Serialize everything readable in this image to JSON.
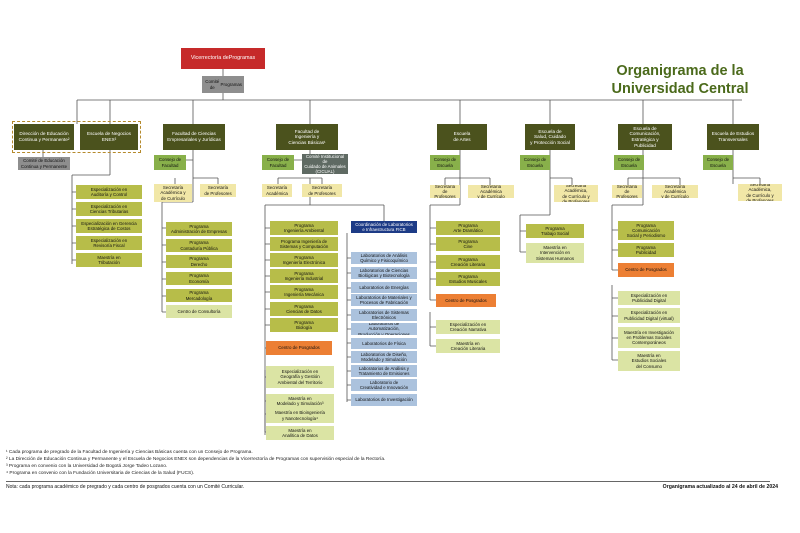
{
  "title": [
    "Organigrama de la",
    "Universidad Central"
  ],
  "top": {
    "label": [
      "Vicerrectoría de",
      "Programas"
    ]
  },
  "comite": {
    "label": [
      "Comité de",
      "Programas"
    ]
  },
  "units": [
    {
      "label": [
        "Dirección de Educación",
        "Continua y Permanente²"
      ]
    },
    {
      "label": [
        "Escuela de Negocios",
        "ENEX²"
      ]
    },
    {
      "label": [
        "Facultad de Ciencias",
        "Empresariales y Jurídicas"
      ]
    },
    {
      "label": [
        "Facultad de",
        "Ingeniería y",
        "Ciencias Básicas¹"
      ]
    },
    {
      "label": [
        "Escuela",
        "de Artes"
      ]
    },
    {
      "label": [
        "Escuela de",
        "Salud, Cuidado",
        "y Protección Social"
      ]
    },
    {
      "label": [
        "Escuela de",
        "Comunicación,",
        "Estratégica y Publicidad"
      ]
    },
    {
      "label": [
        "Escuela de Estudios",
        "Transversales"
      ]
    }
  ],
  "dec_committee": {
    "label": [
      "Comité de Educación",
      "Continua y Permanente"
    ]
  },
  "enex_programs": [
    {
      "label": [
        "Especialización en",
        "Auditoría y Control"
      ]
    },
    {
      "label": [
        "Especialización en",
        "Ciencias Tributarias"
      ]
    },
    {
      "label": [
        "Especialización en Gerencia",
        "Estratégica de Costos"
      ]
    },
    {
      "label": [
        "Especialización en",
        "Revisoría Fiscal"
      ]
    },
    {
      "label": [
        "Maestría en",
        "Tributación"
      ]
    }
  ],
  "fcej": {
    "consejo": {
      "label": [
        "Consejo de",
        "Facultad"
      ]
    },
    "secretaria": {
      "label": [
        "Secretaría",
        "Académica y",
        "de Currículo"
      ]
    },
    "profesores": {
      "label": [
        "Secretaría",
        "de Profesores"
      ]
    },
    "programs": [
      {
        "label": [
          "Programa",
          "Administración de Empresas"
        ]
      },
      {
        "label": [
          "Programa",
          "Contaduría Pública"
        ]
      },
      {
        "label": [
          "Programa",
          "Derecho"
        ]
      },
      {
        "label": [
          "Programa",
          "Economía"
        ]
      },
      {
        "label": [
          "Programa",
          "Mercadología"
        ]
      }
    ],
    "consultoria": {
      "label": [
        "Centro de Consultoría"
      ]
    }
  },
  "fing": {
    "consejo": {
      "label": [
        "Consejo de",
        "Facultad"
      ]
    },
    "comite_inst": {
      "label": [
        "Comité Institucional de",
        "Cuidado de Animales",
        "(CICUAL)"
      ]
    },
    "secretaria": {
      "label": [
        "Secretaría",
        "Académica"
      ]
    },
    "profesores": {
      "label": [
        "Secretaría",
        "de Profesores"
      ]
    },
    "programs": [
      {
        "label": [
          "Programa",
          "Ingeniería Ambiental"
        ]
      },
      {
        "label": [
          "Programa Ingeniería de",
          "Sistemas y Computación"
        ]
      },
      {
        "label": [
          "Programa",
          "Ingeniería Electrónica"
        ]
      },
      {
        "label": [
          "Programa",
          "Ingeniería Industrial"
        ]
      },
      {
        "label": [
          "Programa",
          "Ingeniería Mecánica"
        ]
      },
      {
        "label": [
          "Programa",
          "Ciencias de Datos"
        ]
      },
      {
        "label": [
          "Programa",
          "Biología"
        ]
      }
    ],
    "posgrados": {
      "label": [
        "Centro de Posgrados"
      ]
    },
    "posgrado_programs": [
      {
        "label": [
          "Especialización en",
          "Geografía y Gestión",
          "Ambiental del Territorio"
        ]
      },
      {
        "label": [
          "Maestría en",
          "Modelado y Simulación³"
        ]
      },
      {
        "label": [
          "Maestría en Bioingeniería",
          "y Nanotecnología⁴"
        ]
      },
      {
        "label": [
          "Maestría en",
          "Analítica de Datos"
        ]
      }
    ],
    "coordinacion": {
      "label": [
        "Coordinación de Laboratorios",
        "e Infraestructura FICB"
      ]
    },
    "labs": [
      {
        "label": [
          "Laboratorios de Análisis",
          "Químico y Fisicoquímico"
        ]
      },
      {
        "label": [
          "Laboratorios de Ciencias",
          "Biológicas y Biotecnología"
        ]
      },
      {
        "label": [
          "Laboratorios de Energías"
        ]
      },
      {
        "label": [
          "Laboratorios de Materiales y",
          "Procesos de Fabricación"
        ]
      },
      {
        "label": [
          "Laboratorios de Sistemas",
          "Electrónicos"
        ]
      },
      {
        "label": [
          "Laboratorios de Automatización,",
          "Producción y Operaciones"
        ]
      },
      {
        "label": [
          "Laboratorios de Física"
        ]
      },
      {
        "label": [
          "Laboratorios de Diseño,",
          "Modelado y Simulación"
        ]
      },
      {
        "label": [
          "Laboratorios de Análisis y",
          "Tratamiento de Emisiones"
        ]
      },
      {
        "label": [
          "Laboratorio de",
          "Creatividad e Innovación"
        ]
      },
      {
        "label": [
          "Laboratorios de Investigación"
        ]
      }
    ]
  },
  "artes": {
    "consejo": {
      "label": [
        "Consejo de",
        "Escuela"
      ]
    },
    "profesores": {
      "label": [
        "Secretaría",
        "de Profesores"
      ]
    },
    "secretaria": {
      "label": [
        "Secretaría Académica",
        "y de Currículo"
      ]
    },
    "programs": [
      {
        "label": [
          "Programa",
          "Arte Dramático"
        ]
      },
      {
        "label": [
          "Programa",
          "Cine"
        ]
      },
      {
        "label": [
          "Programa",
          "Creación Literaria"
        ]
      },
      {
        "label": [
          "Programa",
          "Estudios Musicales"
        ]
      }
    ],
    "posgrados": {
      "label": [
        "Centro de Posgrados"
      ]
    },
    "posgrado_programs": [
      {
        "label": [
          "Especialización en",
          "Creación Narrativa"
        ]
      },
      {
        "label": [
          "Maestría en",
          "Creación Literaria"
        ]
      }
    ]
  },
  "salud": {
    "consejo": {
      "label": [
        "Consejo de",
        "Escuela"
      ]
    },
    "secretaria": {
      "label": [
        "Secretaría Académica,",
        "de Currículo y",
        "de Profesores"
      ]
    },
    "program": {
      "label": [
        "Programa",
        "Trabajo Social"
      ]
    },
    "maestria": {
      "label": [
        "Maestría en",
        "Intervención en",
        "Sistemas Humanos"
      ]
    }
  },
  "comunicacion": {
    "consejo": {
      "label": [
        "Consejo de",
        "Escuela"
      ]
    },
    "profesores": {
      "label": [
        "Secretaría",
        "de Profesores"
      ]
    },
    "secretaria": {
      "label": [
        "Secretaría Académica",
        "y de Currículo"
      ]
    },
    "programs": [
      {
        "label": [
          "Programa",
          "Comunicación",
          "Social y Periodismo"
        ]
      },
      {
        "label": [
          "Programa",
          "Publicidad"
        ]
      }
    ],
    "posgrados": {
      "label": [
        "Centro de Posgrados"
      ]
    },
    "posgrado_programs": [
      {
        "label": [
          "Especialización en",
          "Publicidad Digital"
        ]
      },
      {
        "label": [
          "Especialización en",
          "Publicidad Digital (virtual)"
        ]
      },
      {
        "label": [
          "Maestría en Investigación",
          "en Problemas Sociales",
          "Contemporáneos"
        ]
      },
      {
        "label": [
          "Maestría en",
          "Estudios Sociales",
          "del Consumo"
        ]
      }
    ]
  },
  "transversales": {
    "consejo": {
      "label": [
        "Consejo de",
        "Escuela"
      ]
    },
    "secretaria": {
      "label": [
        "Secretaría Académica,",
        "de Currículo y",
        "de Profesores"
      ]
    }
  },
  "footnotes": [
    "¹ Cada programa de pregrado de la Facultad de Ingeniería y Ciencias Básicas cuenta con un Consejo de Programa.",
    "² La Dirección de Educación Continua y Permanente y el Escuela de Negocios ENEX son dependencias de la Vicerrectoría de Programas con supervisión especial de la Rectoría.",
    "³ Programa en convenio con la Universidad de Bogotá Jorge Tadeo Lozano.",
    "⁴ Programa en convenio con la Fundación Universitaria de Ciencias de la Salud (FUCS)."
  ],
  "note": "Nota: cada programa académico de pregrado y cada centro de posgrados cuenta con un Comité Curricular.",
  "updated": "Organigrama actualizado al 24 de abril de 2024"
}
